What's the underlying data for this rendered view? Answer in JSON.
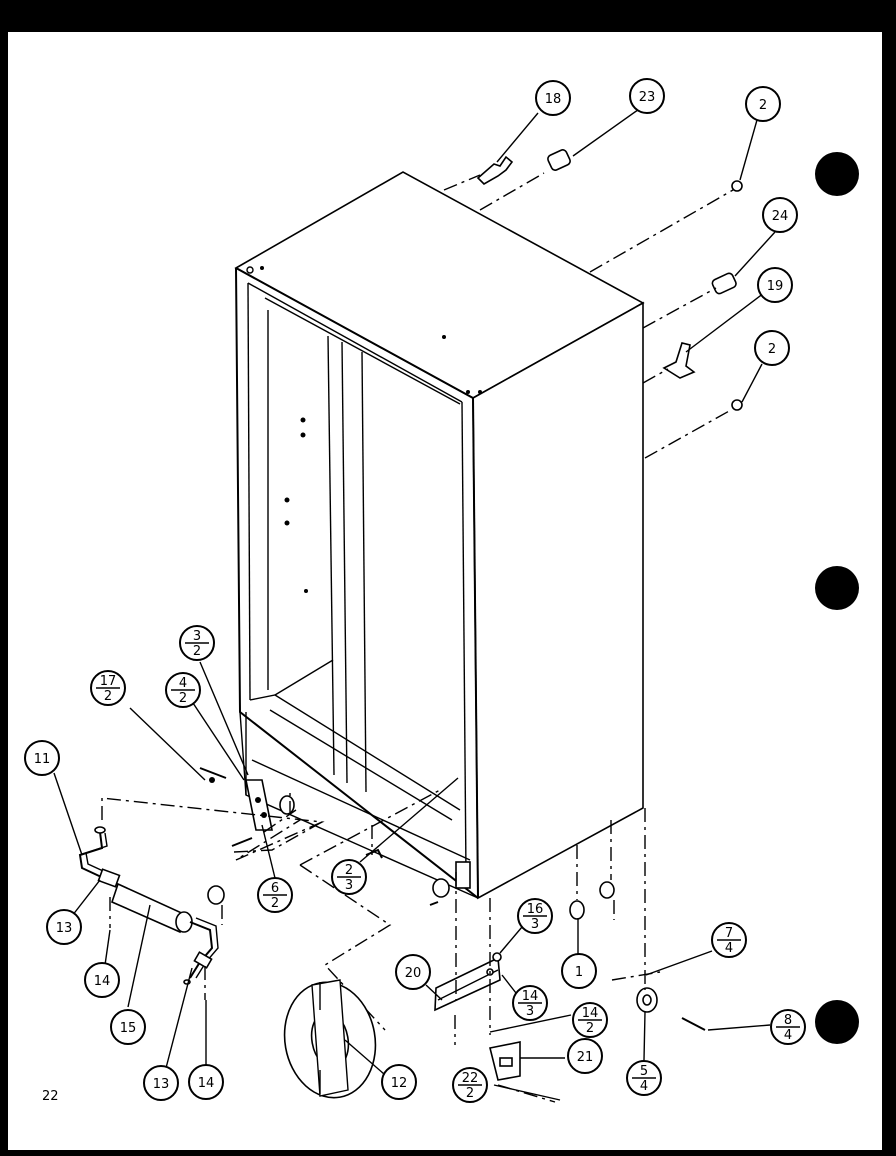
{
  "page_number": "22",
  "callouts": [
    {
      "id": "c18",
      "num": "18"
    },
    {
      "id": "c23",
      "num": "23"
    },
    {
      "id": "c2a",
      "num": "2"
    },
    {
      "id": "c24",
      "num": "24"
    },
    {
      "id": "c19",
      "num": "19"
    },
    {
      "id": "c2b",
      "num": "2"
    },
    {
      "id": "c3_2",
      "num": "3",
      "den": "2"
    },
    {
      "id": "c4_2",
      "num": "4",
      "den": "2"
    },
    {
      "id": "c17_2",
      "num": "17",
      "den": "2"
    },
    {
      "id": "c11",
      "num": "11"
    },
    {
      "id": "c13a",
      "num": "13"
    },
    {
      "id": "c14a",
      "num": "14"
    },
    {
      "id": "c15",
      "num": "15"
    },
    {
      "id": "c13b",
      "num": "13"
    },
    {
      "id": "c14b",
      "num": "14"
    },
    {
      "id": "c6_2",
      "num": "6",
      "den": "2"
    },
    {
      "id": "c2_3",
      "num": "2",
      "den": "3"
    },
    {
      "id": "c12",
      "num": "12"
    },
    {
      "id": "c16_3",
      "num": "16",
      "den": "3"
    },
    {
      "id": "c20",
      "num": "20"
    },
    {
      "id": "c14_3",
      "num": "14",
      "den": "3"
    },
    {
      "id": "c14_2",
      "num": "14",
      "den": "2"
    },
    {
      "id": "c21",
      "num": "21"
    },
    {
      "id": "c22_2",
      "num": "22",
      "den": "2"
    },
    {
      "id": "c1",
      "num": "1"
    },
    {
      "id": "c7_4",
      "num": "7",
      "den": "4"
    },
    {
      "id": "c8_4",
      "num": "8",
      "den": "4"
    },
    {
      "id": "c5_4",
      "num": "5",
      "den": "4"
    }
  ]
}
